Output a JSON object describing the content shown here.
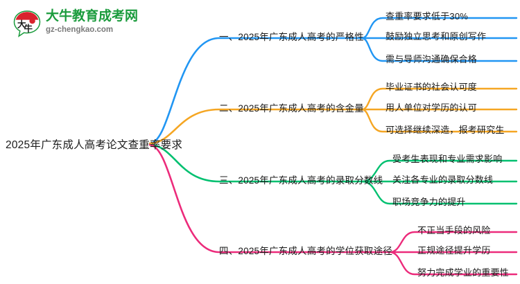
{
  "logo": {
    "mark_name": "daniu-bull-logo",
    "title": "大牛教育成考网",
    "subtitle": "gz-chengkao.com",
    "title_color": "#1a9b3c",
    "subtitle_color": "#7a7a7a",
    "mark_colors": {
      "red": "#d9232d",
      "dark": "#1a1a1a",
      "green": "#1a9b3c"
    }
  },
  "mindmap": {
    "root": {
      "label": "2025年广东成人高考论文查重率要求"
    },
    "branches": [
      {
        "id": "branch-1",
        "color": "#2196F3",
        "label": "一、2025年广东成人高考的严格性",
        "children": [
          {
            "label": "查重率要求低于30%"
          },
          {
            "label": "鼓励独立思考和原创写作"
          },
          {
            "label": "需与导师沟通确保合格"
          }
        ]
      },
      {
        "id": "branch-2",
        "color": "#F5A623",
        "label": "二、2025年广东成人高考的含金量",
        "children": [
          {
            "label": "毕业证书的社会认可度"
          },
          {
            "label": "用人单位对学历的认可"
          },
          {
            "label": "可选择继续深造，报考研究生"
          }
        ]
      },
      {
        "id": "branch-3",
        "color": "#00C070",
        "label": "三、2025年广东成人高考的录取分数线",
        "children": [
          {
            "label": "受考生表现和专业需求影响"
          },
          {
            "label": "关注各专业的录取分数线"
          },
          {
            "label": "职场竞争力的提升"
          }
        ]
      },
      {
        "id": "branch-4",
        "color": "#EC2B7B",
        "label": "四、2025年广东成人高考的学位获取途径",
        "children": [
          {
            "label": "不正当手段的风险"
          },
          {
            "label": "正规途径提升学历"
          },
          {
            "label": "努力完成学业的重要性"
          }
        ]
      }
    ]
  }
}
